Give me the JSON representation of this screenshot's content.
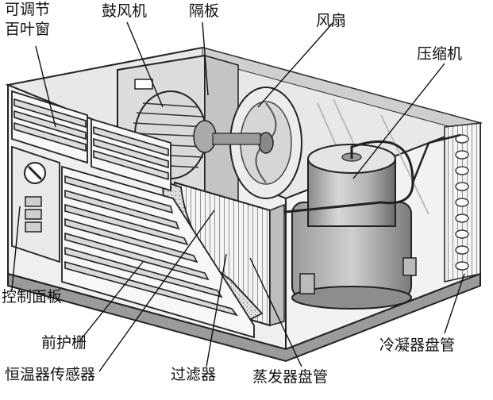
{
  "labels": {
    "adjustable_louver_line1": "可调节",
    "adjustable_louver_line2": "百叶窗",
    "blower": "鼓风机",
    "partition": "隔板",
    "fan": "风扇",
    "compressor": "压缩机",
    "control_panel": "控制面板",
    "front_grille": "前护栅",
    "thermostat_sensor": "恒温器传感器",
    "filter": "过滤器",
    "evaporator_coil": "蒸发器盘管",
    "condenser_coil": "冷凝器盘管"
  }
}
